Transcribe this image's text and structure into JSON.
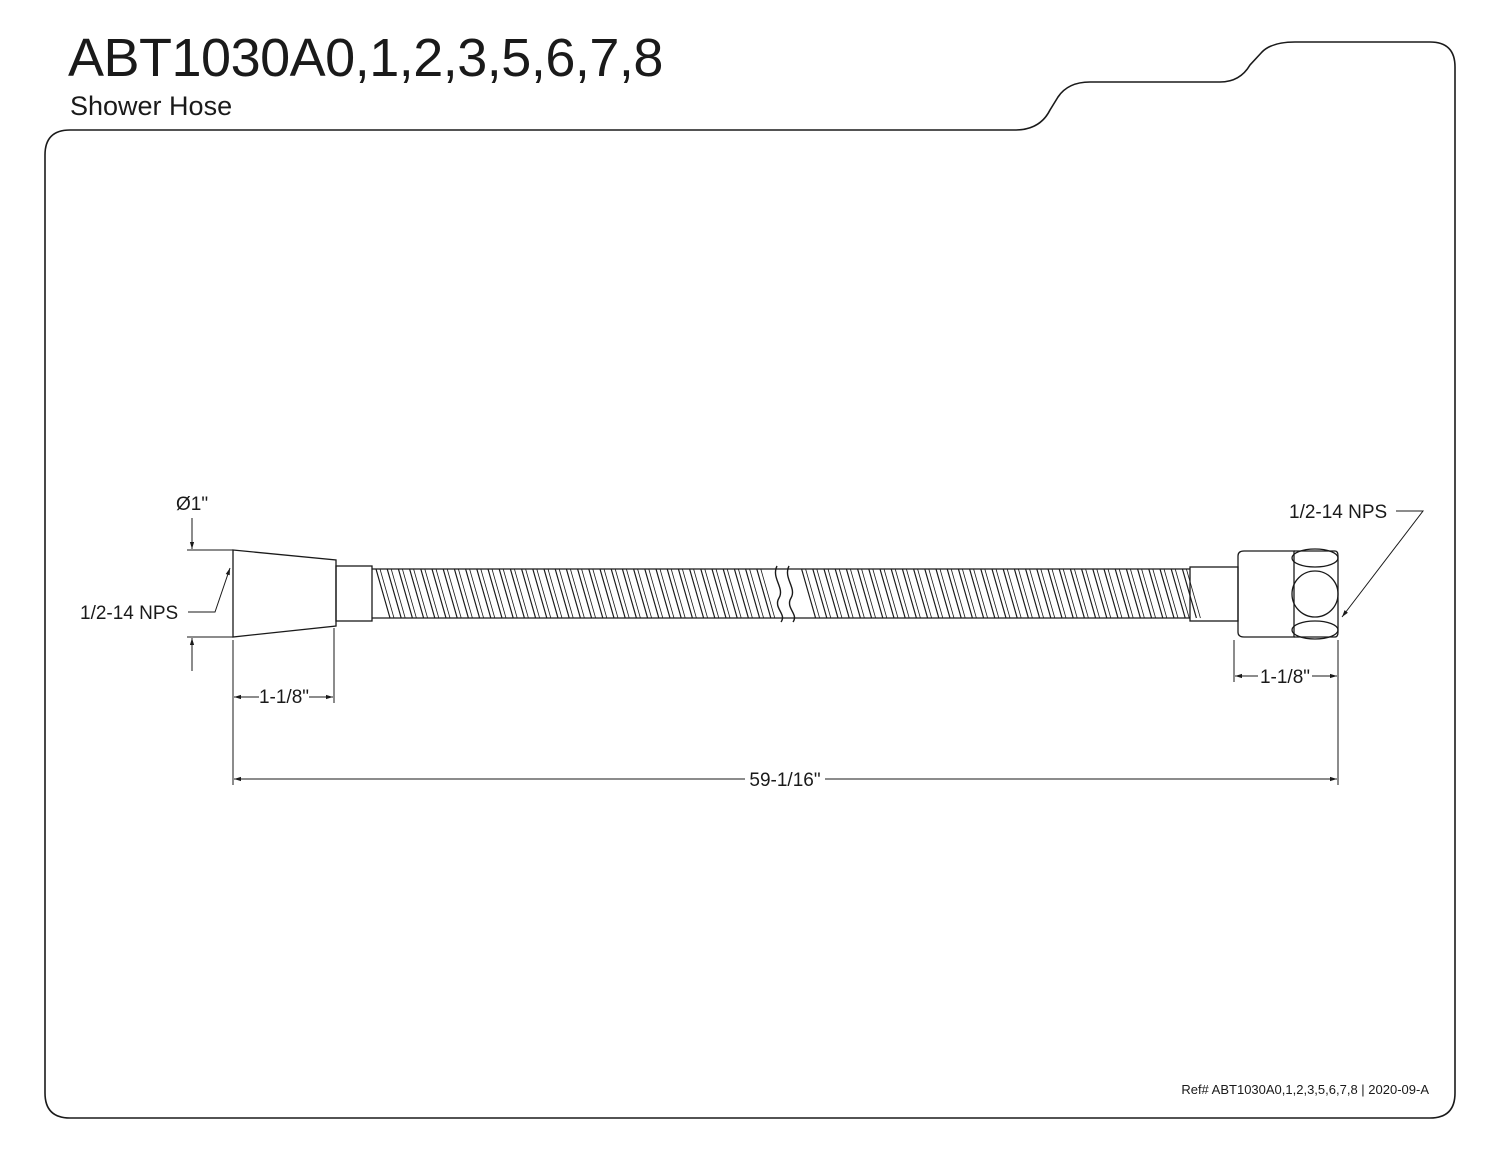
{
  "header": {
    "title": "ABT1030A0,1,2,3,5,6,7,8",
    "subtitle": "Shower Hose"
  },
  "dimensions": {
    "diameter": "Ø1\"",
    "left_thread": "1/2-14 NPS",
    "right_thread": "1/2-14 NPS",
    "left_fitting_length": "1-1/8\"",
    "right_fitting_length": "1-1/8\"",
    "overall_length": "59-1/16\""
  },
  "footer": {
    "reference": "Ref# ABT1030A0,1,2,3,5,6,7,8 | 2020-09-A"
  },
  "colors": {
    "line": "#1a1a1a",
    "background": "#ffffff"
  }
}
